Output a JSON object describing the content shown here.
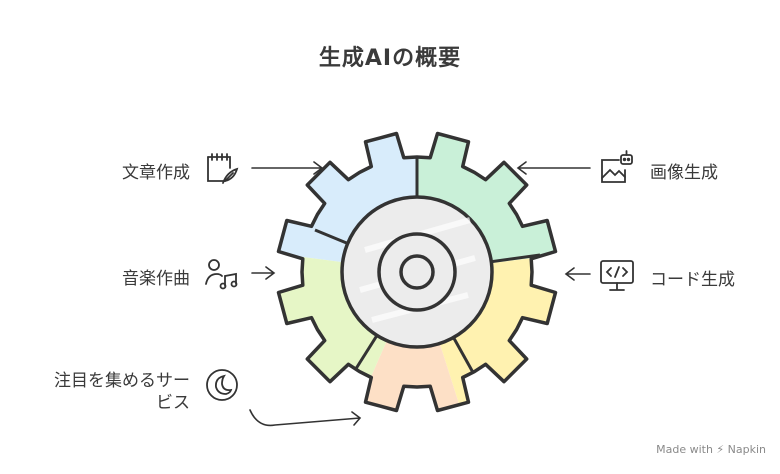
{
  "title": "生成AIの概要",
  "items": {
    "bunsho": "文章作成",
    "ongaku": "音楽作曲",
    "chumoku": [
      "注目を集めるサー",
      "ビス"
    ],
    "gazo": "画像生成",
    "code": "コード生成"
  },
  "icons": {
    "bunsho": "notepad-feather-icon",
    "ongaku": "person-music-icon",
    "chumoku": "moon-circle-icon",
    "gazo": "image-robot-icon",
    "code": "monitor-code-icon"
  },
  "colors": {
    "segment_blue": "#d8ecfb",
    "segment_green": "#c9f0d8",
    "segment_yellow": "#fff2b0",
    "segment_orange": "#fde0c6",
    "segment_lime": "#e6f6c6",
    "outline": "#333333"
  },
  "watermark": "Made with ⚡ Napkin"
}
